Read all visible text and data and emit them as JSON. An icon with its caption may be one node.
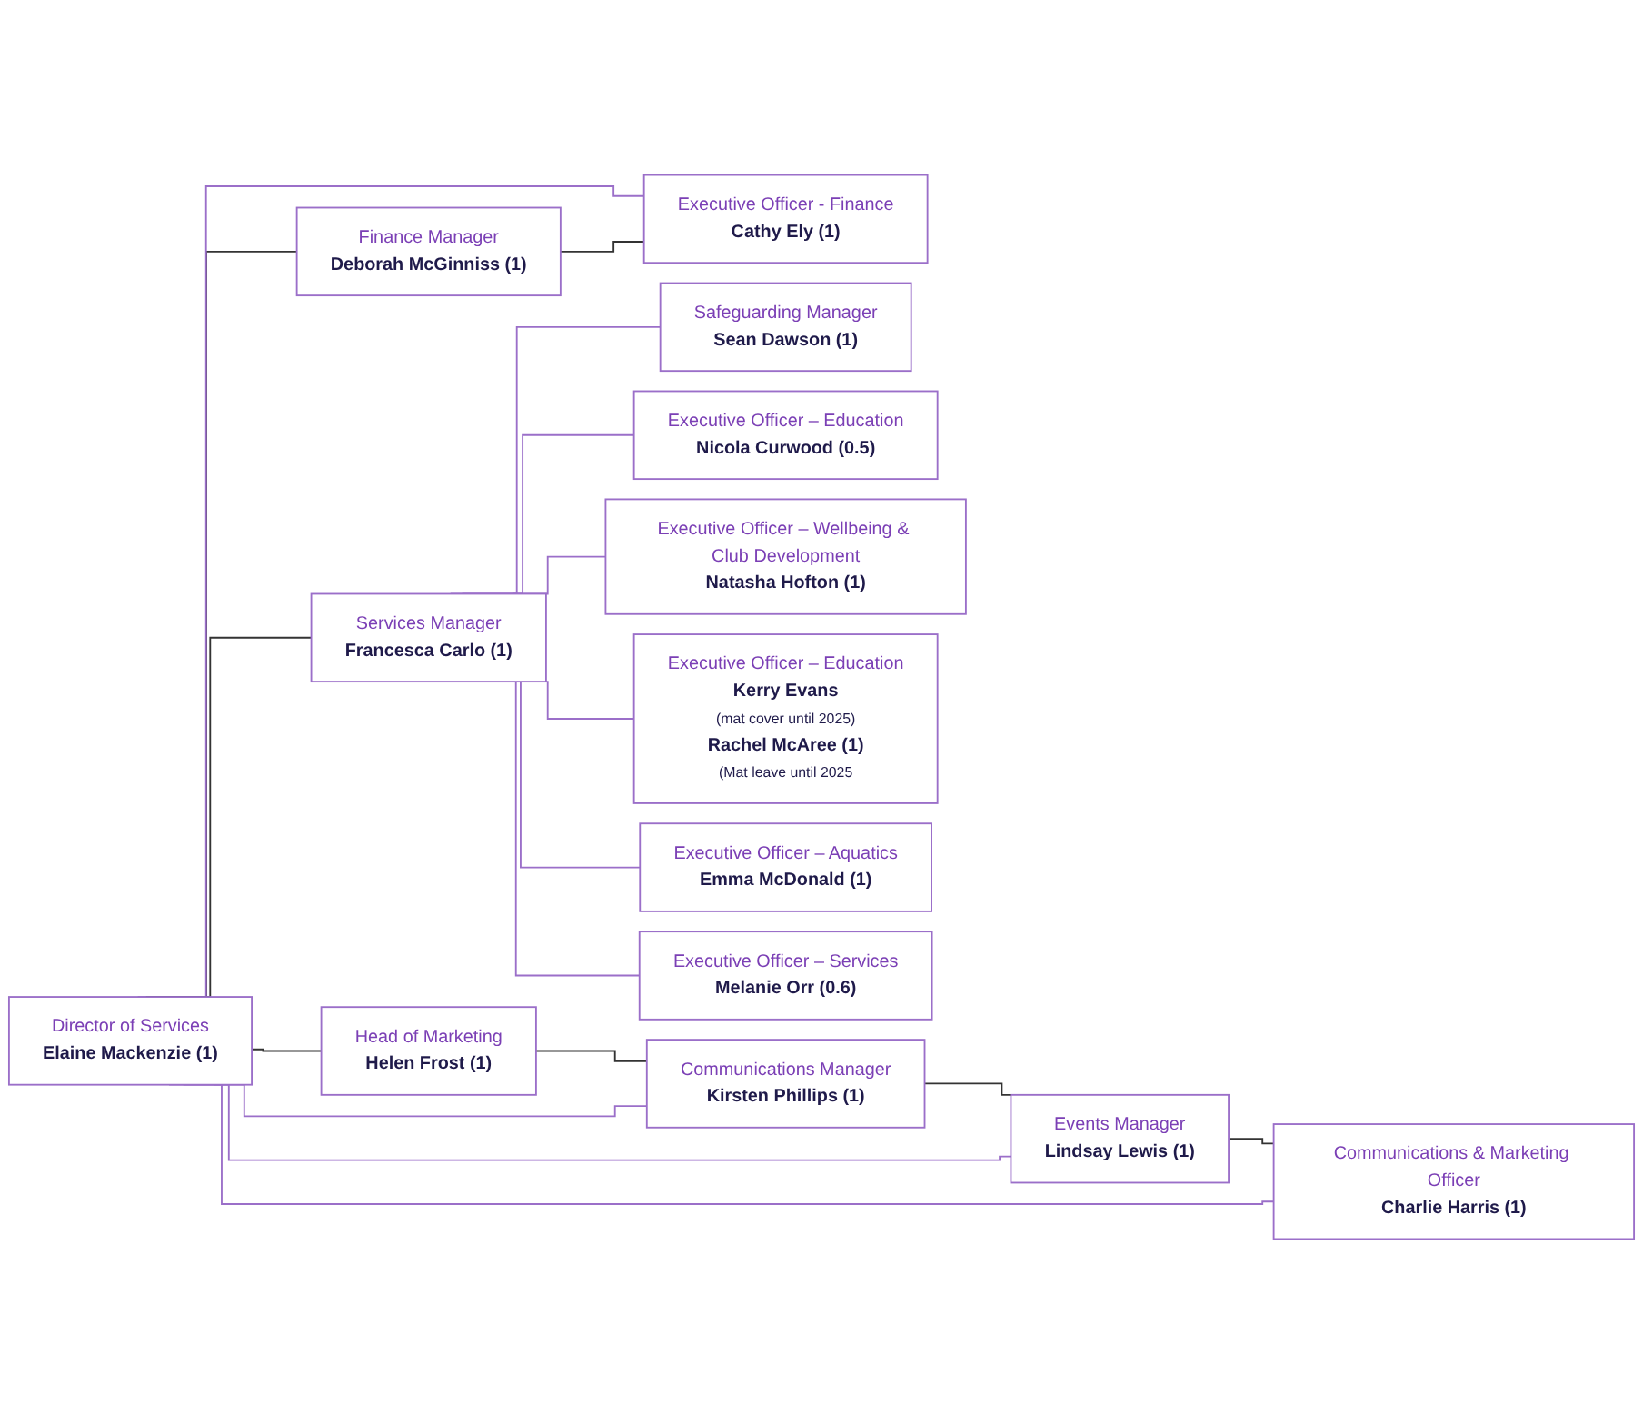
{
  "diagram": {
    "nodes": [
      {
        "text": [
          "Director of Services",
          "Elaine Mackenzie (1)"
        ]
      },
      {
        "text": [
          "Finance Manager",
          "Deborah McGinniss (1)"
        ]
      },
      {
        "text": [
          "Executive Officer - Finance",
          "Cathy Ely (1)"
        ]
      },
      {
        "text": [
          "Services Manager",
          "Francesca Carlo (1)"
        ]
      },
      {
        "text": [
          "Safeguarding Manager",
          "Sean Dawson (1)"
        ]
      },
      {
        "text": [
          "Executive Officer – Education",
          "Nicola Curwood (0.5)"
        ]
      },
      {
        "text": [
          "Executive Officer – Wellbeing & Club Development",
          "Natasha Hofton (1)"
        ]
      },
      {
        "text": [
          "Executive Officer – Education",
          "Kerry Evans",
          "(mat cover until 2025)",
          "Rachel McAree (1)",
          "(Mat leave until 2025"
        ]
      },
      {
        "text": [
          "Executive Officer – Aquatics",
          "Emma McDonald (1)"
        ]
      },
      {
        "text": [
          "Executive Officer – Services",
          "Melanie Orr (0.6)"
        ]
      },
      {
        "text": [
          "Head of Marketing",
          "Helen Frost (1)"
        ]
      },
      {
        "text": [
          "Communications Manager",
          "Kirsten Phillips (1)"
        ]
      },
      {
        "text": [
          "Events Manager",
          "Lindsay Lewis (1)"
        ]
      },
      {
        "text": [
          "Communications & Marketing Officer",
          "Charlie Harris (1)"
        ]
      }
    ],
    "edges": [
      {
        "from": 0,
        "to": 1,
        "arrow": "none",
        "color": "#333333"
      },
      {
        "from": 0,
        "to": 2,
        "arrow": "none"
      },
      {
        "from": 1,
        "to": 2,
        "arrow": "none",
        "color": "#333333"
      },
      {
        "from": 0,
        "to": 3,
        "arrow": "none",
        "color": "#333333"
      },
      {
        "from": 3,
        "to": 4,
        "arrow": "none"
      },
      {
        "from": 3,
        "to": 5,
        "arrow": "none"
      },
      {
        "from": 3,
        "to": 6,
        "arrow": "none"
      },
      {
        "from": 3,
        "to": 7,
        "arrow": "none"
      },
      {
        "from": 3,
        "to": 8,
        "arrow": "none"
      },
      {
        "from": 3,
        "to": 9,
        "arrow": "none"
      },
      {
        "from": 0,
        "to": 10,
        "arrow": "none",
        "color": "#333333"
      },
      {
        "from": 10,
        "to": 11,
        "arrow": "none",
        "color": "#333333"
      },
      {
        "from": 11,
        "to": 12,
        "arrow": "none",
        "color": "#333333"
      },
      {
        "from": 12,
        "to": 13,
        "arrow": "none",
        "color": "#333333"
      },
      {
        "from": 0,
        "to": 11,
        "arrow": "none"
      },
      {
        "from": 0,
        "to": 12,
        "arrow": "none"
      },
      {
        "from": 0,
        "to": 13,
        "arrow": "none"
      }
    ]
  }
}
